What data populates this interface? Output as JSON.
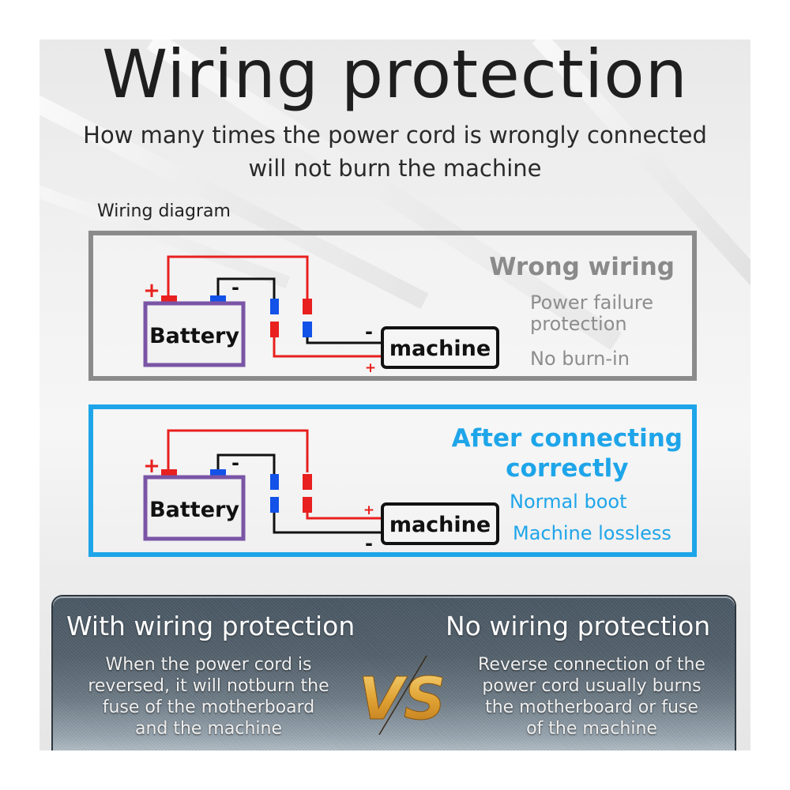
{
  "header": {
    "title": "Wiring protection",
    "subtitle_line1": "How many times the power cord is wrongly connected",
    "subtitle_line2": "will not burn the machine",
    "diagram_label": "Wiring diagram"
  },
  "wrong_wiring": {
    "battery_label": "Battery",
    "machine_label": "machine",
    "battery_plus": "+",
    "battery_minus": "-",
    "machine_minus": "-",
    "machine_plus": "+",
    "title": "Wrong wiring",
    "line1a": "Power failure",
    "line1b": "protection",
    "line2": "No burn-in",
    "frame_color": "#8b8b8b"
  },
  "correct_wiring": {
    "battery_label": "Battery",
    "machine_label": "machine",
    "battery_plus": "+",
    "battery_minus": "-",
    "machine_plus": "+",
    "machine_minus": "-",
    "title_line1": "After connecting",
    "title_line2": "correctly",
    "line1": "Normal boot",
    "line2": "Machine lossless",
    "frame_color": "#1ea5e9"
  },
  "colors": {
    "positive_wire": "#e8201f",
    "negative_wire": "#111111",
    "negative_terminal": "#1352e8",
    "battery_frame": "#7a55a6"
  },
  "comparison": {
    "left_heading": "With wiring protection",
    "left_body": [
      "When the power cord is",
      "reversed, it will notburn the",
      "fuse of the motherboard",
      "and the machine"
    ],
    "vs_label": "VS",
    "right_heading": "No wiring protection",
    "right_body": [
      "Reverse connection of the",
      "power cord usually burns",
      "the motherboard or fuse",
      "of the machine"
    ]
  }
}
